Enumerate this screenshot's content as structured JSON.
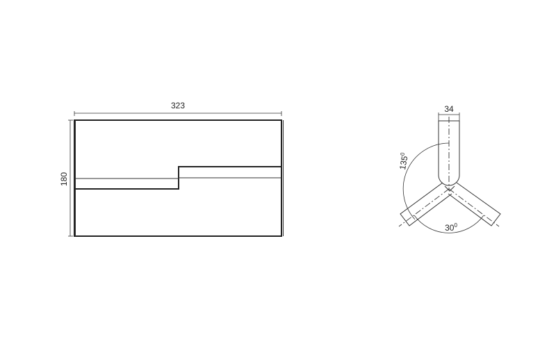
{
  "front_view": {
    "width_label": "323",
    "height_label": "180"
  },
  "end_view": {
    "width_label": "34",
    "angle_large": "135",
    "angle_small": "30",
    "degree_mark": "0"
  },
  "colors": {
    "line": "#222222",
    "background": "#ffffff"
  }
}
